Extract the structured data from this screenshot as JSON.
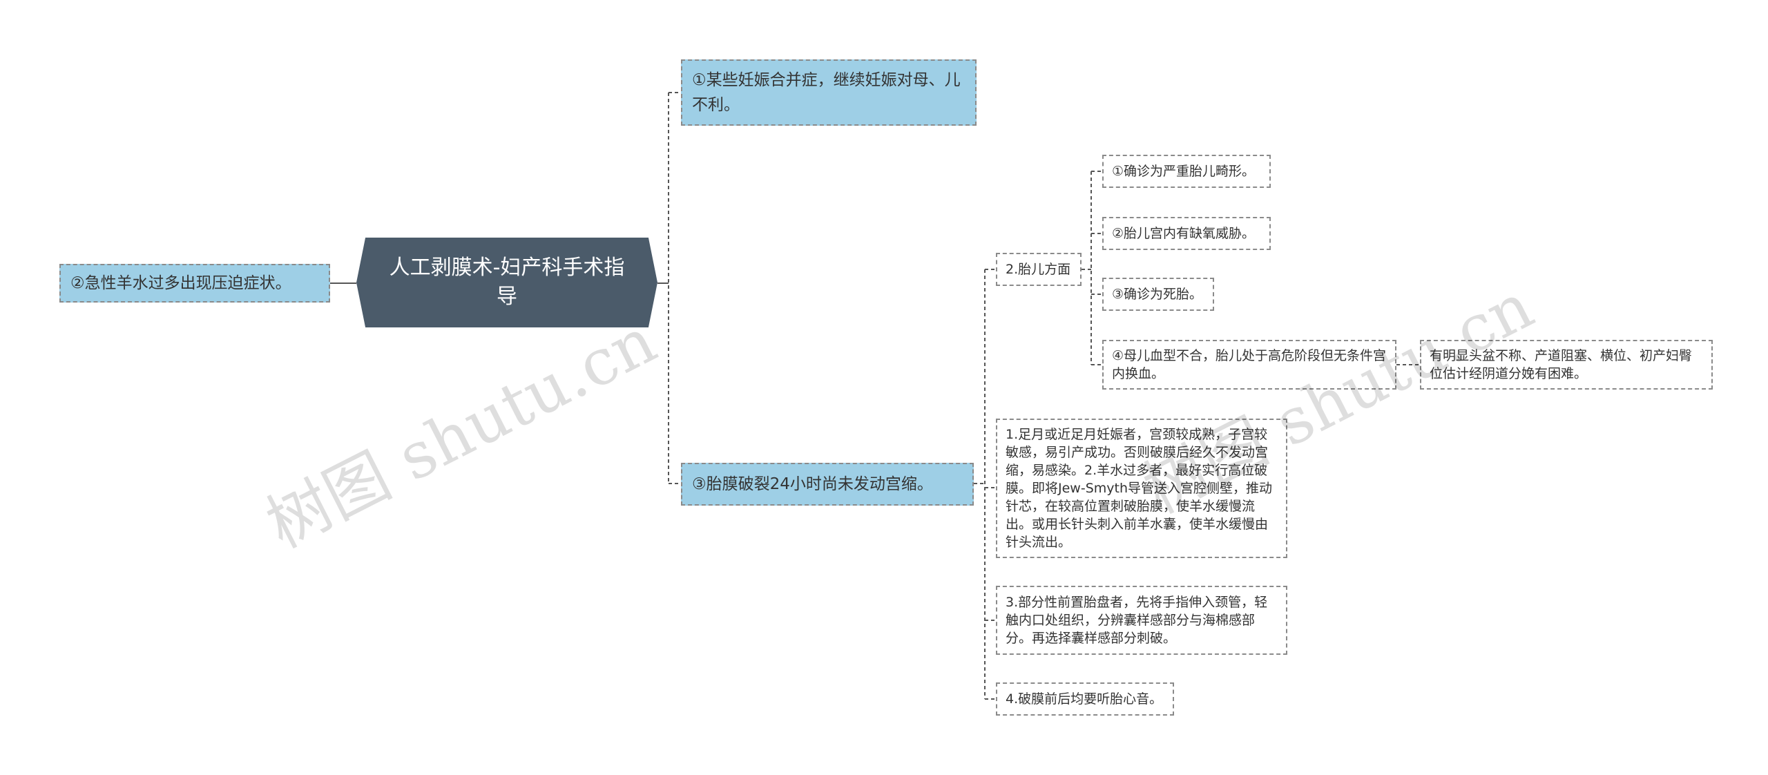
{
  "root": {
    "title": "人工剥膜术-妇产科手术指导"
  },
  "left": {
    "label": "②急性羊水过多出现压迫症状。"
  },
  "right": {
    "node1": {
      "label": "①某些妊娠合并症，继续妊娠对母、儿不利。"
    },
    "node3": {
      "label": "③胎膜破裂24小时尚未发动宫缩。",
      "fetal": {
        "label": "2.胎儿方面",
        "items": [
          {
            "label": "①确诊为严重胎儿畸形。"
          },
          {
            "label": "②胎儿宫内有缺氧威胁。"
          },
          {
            "label": "③确诊为死胎。"
          },
          {
            "label": "④母儿血型不合，胎儿处于高危阶段但无条件宫内换血。"
          }
        ],
        "note": "有明显头盆不称、产道阻塞、横位、初产妇臀位估计经阴道分娩有困难。"
      },
      "method1": "1.足月或近足月妊娠者，宫颈较成熟，子宫较敏感，易引产成功。否则破膜后经久不发动宫缩，易感染。2.羊水过多者，最好实行高位破膜。即将Jew-Smyth导管送入宫腔侧壁，推动针芯，在较高位置刺破胎膜，使羊水缓慢流出。或用长针头刺入前羊水囊，使羊水缓慢由针头流出。",
      "method3": "3.部分性前置胎盘者，先将手指伸入颈管，轻触内口处组织，分辨囊样感部分与海棉感部分。再选择囊样感部分刺破。",
      "method4": "4.破膜前后均要听胎心音。"
    }
  },
  "watermarks": [
    "树图 shutu.cn",
    "树图 shutu.cn"
  ],
  "colors": {
    "root": "#4b5b6a",
    "level1": "#9ecfe6",
    "border": "#8a8a8a",
    "line": "#555555"
  }
}
